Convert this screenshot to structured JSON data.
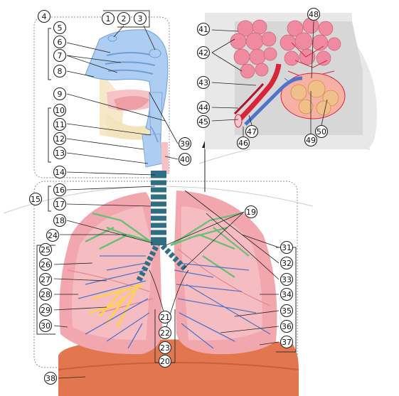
{
  "labels": [
    "1",
    "2",
    "3",
    "4",
    "5",
    "6",
    "7",
    "8",
    "9",
    "10",
    "11",
    "12",
    "13",
    "14",
    "15",
    "16",
    "17",
    "18",
    "19",
    "20",
    "21",
    "22",
    "23",
    "24",
    "25",
    "26",
    "27",
    "28",
    "29",
    "30",
    "31",
    "32",
    "33",
    "34",
    "35",
    "36",
    "37",
    "38",
    "39",
    "40",
    "41",
    "42",
    "43",
    "44",
    "45",
    "46",
    "47",
    "48",
    "49",
    "50"
  ],
  "colors": {
    "lung": "#f2a6ad",
    "lung_inner": "#f7c7cb",
    "airway": "#aecdf2",
    "airway_stroke": "#6d9fd6",
    "trachea": "#2f6e84",
    "bronchi_green": "#6cbf77",
    "bronchi_yellow": "#ffd24a",
    "vessel_blue": "#4f74c9",
    "vessel_red": "#d9253c",
    "diaphragm": "#e2774f",
    "bone": "#f3e4bd",
    "alveoli": "#ef8aa0",
    "panel_bg": "#d7d7d7"
  }
}
